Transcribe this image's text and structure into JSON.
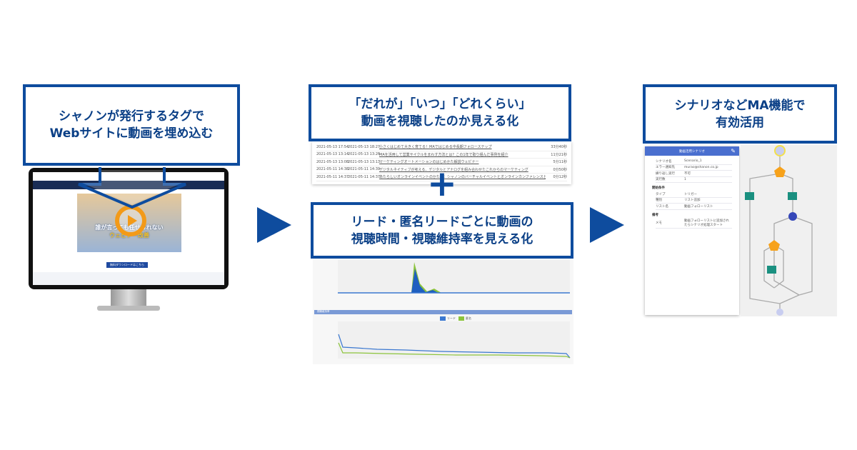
{
  "steps": [
    {
      "title_lines": [
        "シャノンが発行するタグで",
        "Webサイトに動画を埋め込む"
      ]
    },
    {
      "title_lines": [
        "「だれが」「いつ」「どれくらい」",
        "動画を視聴したのか見える化"
      ]
    },
    {
      "title_lines": [
        "リード・匿名リードごとに動画の",
        "視聴時間・視聴維持率を見える化"
      ]
    },
    {
      "title_lines": [
        "シナリオなどMA機能で",
        "有効活用"
      ]
    }
  ],
  "plus_symbol": "+",
  "video_page": {
    "banner_lines": [
      "誰が言っても任せられない",
      "ウェビナー改善"
    ],
    "cta_label": "無料ダウンロードはこちら"
  },
  "view_log": [
    {
      "start": "2021-05-13 17:54",
      "end": "2021-05-13 18:27",
      "title": "小さくはじめて大きく育てる！MAではじめる中長期フォローステップ",
      "duration": "33分40秒"
    },
    {
      "start": "2021-05-13 13:14",
      "end": "2021-05-13 13:26",
      "title": "MAを活用して営業サイクルをまわす方法とは？この1年で取り組んだ事例を紹介",
      "duration": "11分21秒"
    },
    {
      "start": "2021-05-13 13:08",
      "end": "2021-05-13 13:13",
      "title": "マーケティングオートメーションのはじめかた解説ウェビナー",
      "duration": "5分11秒"
    },
    {
      "start": "2021-05-11 14:38",
      "end": "2021-05-11 14:39",
      "title": "デジタルネイティブが考える、デジタルとアナログを組み合わせたこれからのマーケティング",
      "duration": "0分50秒"
    },
    {
      "start": "2021-05-11 14:37",
      "end": "2021-05-11 14:37",
      "title": "あたらしいオンラインイベントのかたち：シャノンのバーチャルイベントとオンラインカンファレンスとは",
      "duration": "0分12秒"
    }
  ],
  "retention_chart": {
    "header": "視聴維持率",
    "legend": [
      "リード",
      "匿名"
    ],
    "colors": {
      "lead": "#3b78d0",
      "anon": "#8cc43c"
    }
  },
  "scenario": {
    "header": "動画活用シナリオ",
    "fields": [
      [
        "シナリオ名",
        "Scenario_1"
      ],
      [
        "エラー通知先",
        "murao@shanon.co.jp"
      ],
      [
        "繰り返し実行",
        "不可"
      ],
      [
        "実行数",
        "1"
      ]
    ],
    "section_trigger": "開始条件",
    "trigger_fields": [
      [
        "タイプ",
        "トリガー"
      ],
      [
        "種別",
        "リスト追加"
      ],
      [
        "リスト名",
        "動画フォローリスト"
      ]
    ],
    "section_memo": "備考",
    "memo": [
      "メモ",
      "動画フォローリストに追加されたらシナリオ処理スタート"
    ]
  },
  "colors": {
    "accent": "#0e4c9e",
    "orange": "#f7a21b",
    "teal": "#1a9080"
  }
}
